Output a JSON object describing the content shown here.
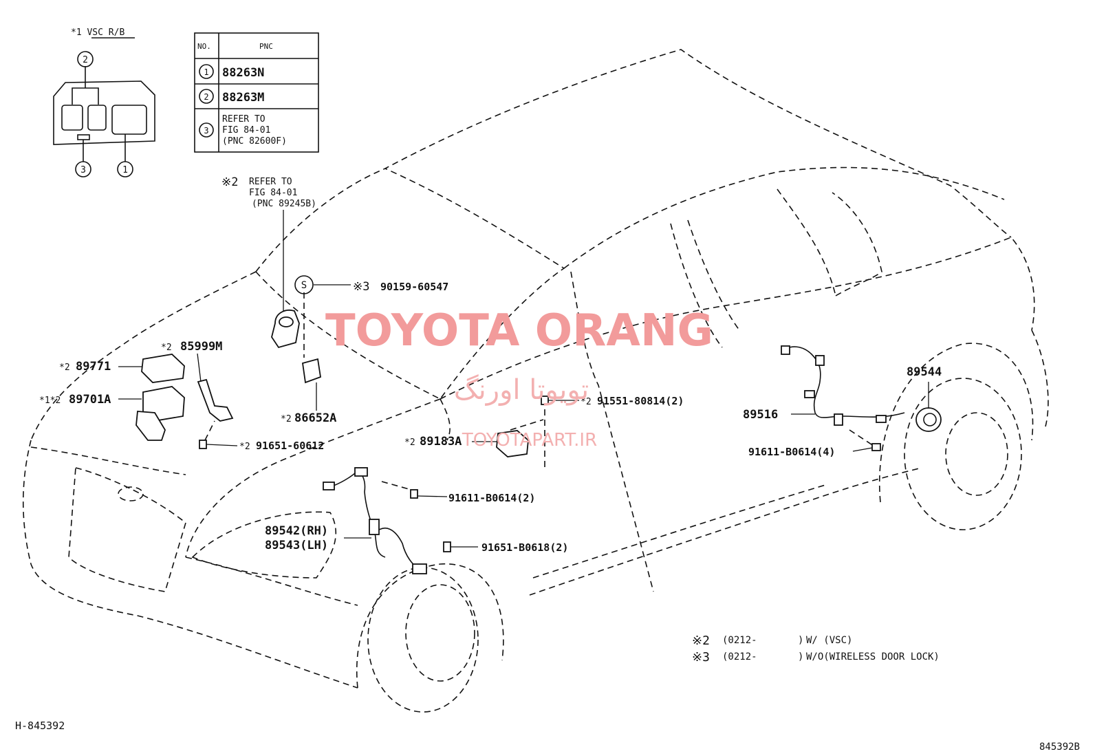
{
  "inset": {
    "title": "*1 VSC R/B",
    "callouts": [
      "2",
      "3",
      "1"
    ]
  },
  "pnc_table": {
    "headers": [
      "NO.",
      "PNC"
    ],
    "rows": [
      {
        "no": "1",
        "pnc": "88263N"
      },
      {
        "no": "2",
        "pnc": "88263M"
      },
      {
        "no": "3",
        "pnc_lines": [
          "REFER TO",
          "FIG 84-01",
          "(PNC 82600F)"
        ]
      }
    ]
  },
  "refer_note": {
    "mark": "※2",
    "lines": [
      "REFER TO",
      "FIG 84-01",
      "(PNC 89245B)"
    ]
  },
  "parts": [
    {
      "id": "p_90159",
      "mark": "※3",
      "number": "90159-60547",
      "circle": "S"
    },
    {
      "id": "p_85999",
      "mark": "*2",
      "number": "85999M"
    },
    {
      "id": "p_89771",
      "mark": "*2",
      "number": "89771"
    },
    {
      "id": "p_89701",
      "mark": "*1*2",
      "number": "89701A"
    },
    {
      "id": "p_86652",
      "mark": "*2",
      "number": "86652A"
    },
    {
      "id": "p_91651_60612",
      "mark": "*2",
      "number": "91651-60612"
    },
    {
      "id": "p_91551",
      "mark": "*2",
      "number": "91551-80814(2)"
    },
    {
      "id": "p_89183",
      "mark": "*2",
      "number": "89183A"
    },
    {
      "id": "p_91611_2",
      "mark": "",
      "number": "91611-B0614(2)"
    },
    {
      "id": "p_89542",
      "mark": "",
      "number": "89542(RH)"
    },
    {
      "id": "p_89543",
      "mark": "",
      "number": "89543(LH)"
    },
    {
      "id": "p_91651_b0618",
      "mark": "",
      "number": "91651-B0618(2)"
    },
    {
      "id": "p_89516",
      "mark": "",
      "number": "89516"
    },
    {
      "id": "p_89544",
      "mark": "",
      "number": "89544"
    },
    {
      "id": "p_91611_4",
      "mark": "",
      "number": "91611-B0614(4)"
    }
  ],
  "footnotes": [
    {
      "mark": "※2",
      "range": "(0212-",
      "end": ")",
      "desc": "W/ (VSC)"
    },
    {
      "mark": "※3",
      "range": "(0212-",
      "end": ")",
      "desc": "W/O(WIRELESS DOOR LOCK)"
    }
  ],
  "watermark": {
    "brand": "TOYOTA ORANG",
    "brand_fa": "تویوتا اورنگ",
    "site": "TOYOTAPART.IR"
  },
  "codes": {
    "left": "H-845392",
    "right": "845392B"
  },
  "colors": {
    "line": "#111111",
    "watermark": "#f29b9b"
  }
}
